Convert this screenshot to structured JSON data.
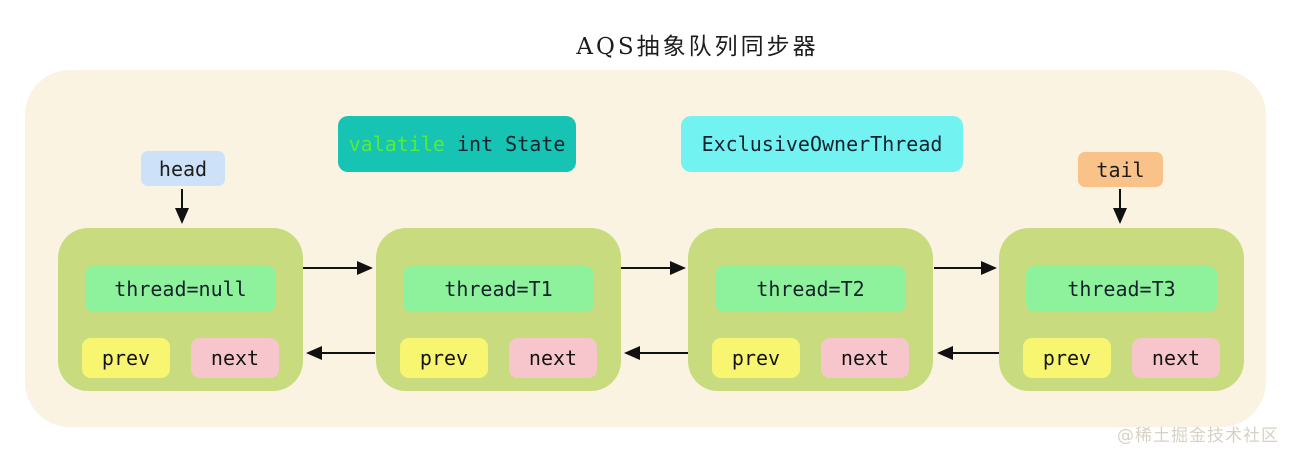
{
  "title": "AQS抽象队列同步器",
  "watermark": "@稀土掘金技术社区",
  "labels": {
    "state": {
      "keyword": "valatile",
      "rest": " int State"
    },
    "owner": "ExclusiveOwnerThread",
    "head": "head",
    "tail": "tail"
  },
  "nodes": [
    {
      "thread": "thread=null",
      "prev": "prev",
      "next": "next"
    },
    {
      "thread": "thread=T1",
      "prev": "prev",
      "next": "next"
    },
    {
      "thread": "thread=T2",
      "prev": "prev",
      "next": "next"
    },
    {
      "thread": "thread=T3",
      "prev": "prev",
      "next": "next"
    }
  ],
  "edges": [
    {
      "from": "head",
      "to": "node-1",
      "type": "pointer"
    },
    {
      "from": "tail",
      "to": "node-4",
      "type": "pointer"
    },
    {
      "from": "node-1",
      "to": "node-2",
      "type": "next"
    },
    {
      "from": "node-2",
      "to": "node-3",
      "type": "next"
    },
    {
      "from": "node-3",
      "to": "node-4",
      "type": "next"
    },
    {
      "from": "node-2",
      "to": "node-1",
      "type": "prev"
    },
    {
      "from": "node-3",
      "to": "node-2",
      "type": "prev"
    },
    {
      "from": "node-4",
      "to": "node-3",
      "type": "prev"
    }
  ],
  "colors": {
    "container_bg": "#faf3e2",
    "node_bg": "#c8dc7f",
    "thread_bg": "#8ef29d",
    "prev_bg": "#f8f671",
    "next_bg": "#f7c6cd",
    "head_bg": "#cde2f9",
    "tail_bg": "#f9c288",
    "state_bg": "#17c3b3",
    "state_keyword_text": "#55ec3b",
    "owner_bg": "#72f2f1",
    "arrow": "#111111"
  }
}
